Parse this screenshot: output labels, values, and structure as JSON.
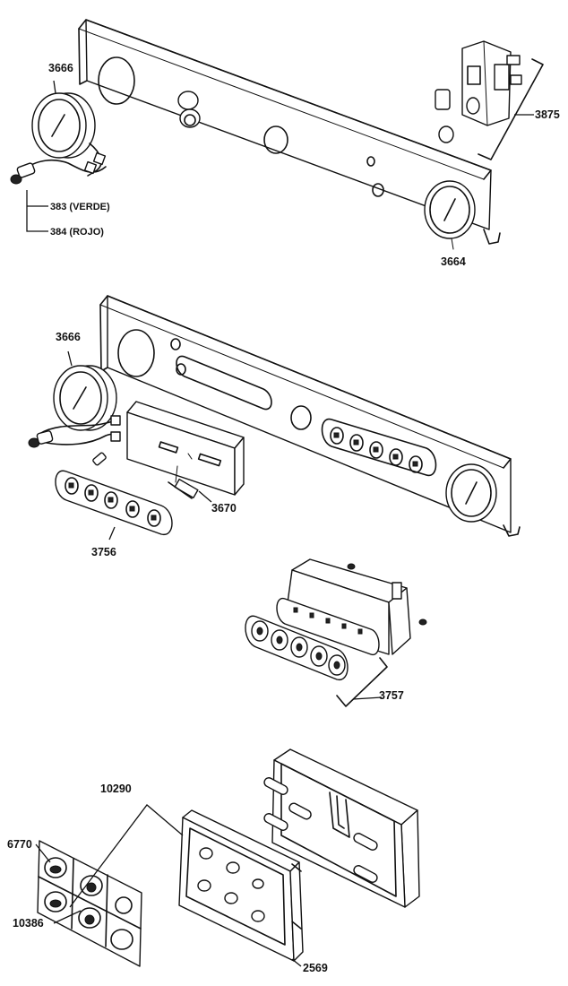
{
  "labels": {
    "l3666a": "3666",
    "l383": "383 (VERDE)",
    "l384": "384 (ROJO)",
    "l3875": "3875",
    "l3664": "3664",
    "l3666b": "3666",
    "l3670": "3670",
    "l3756": "3756",
    "l3757": "3757",
    "l10290": "10290",
    "l6770": "6770",
    "l10386": "10386",
    "l2569": "2569"
  }
}
